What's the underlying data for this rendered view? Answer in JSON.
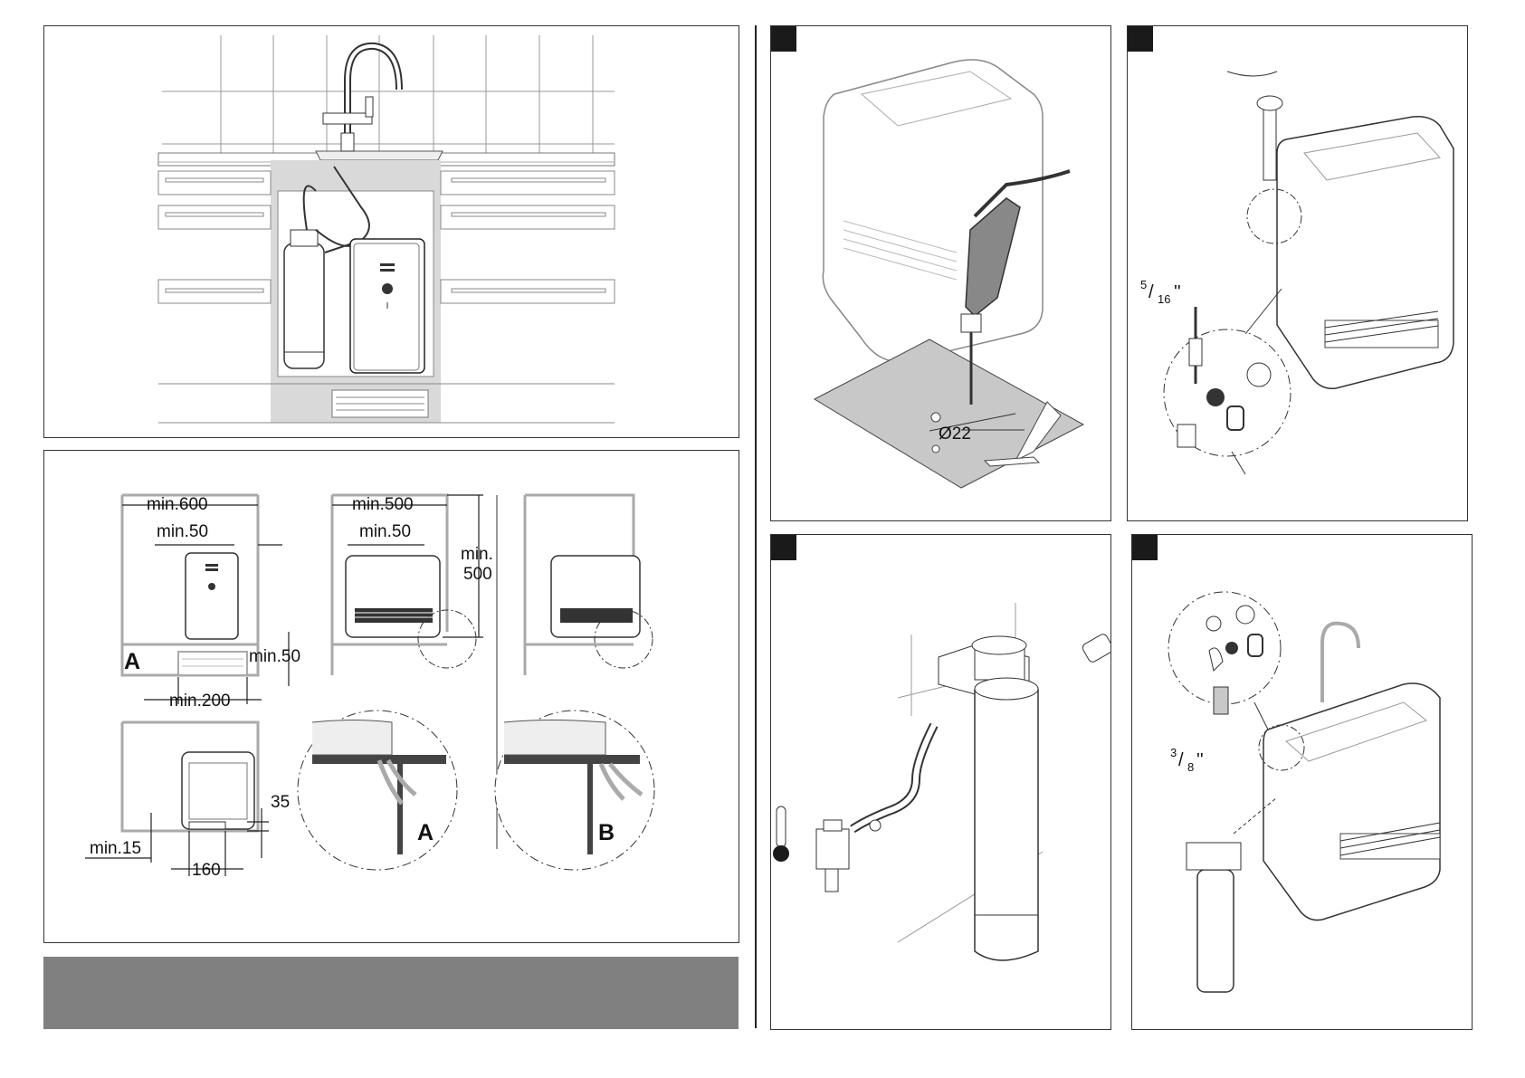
{
  "panels": {
    "overview": {},
    "clearances": {
      "dim_min600": "min.600",
      "dim_min50_a": "min.50",
      "dim_min500": "min.500",
      "dim_min50_b": "min.50",
      "dim_min500_vertical_line1": "min.",
      "dim_min500_vertical_line2": "500",
      "label_a": "A",
      "dim_min50_vent": "min.50",
      "dim_min200": "min.200",
      "dim_35": "35",
      "dim_min15": "min.15",
      "dim_160": "160",
      "detail_label_a": "A",
      "detail_label_b": "B"
    },
    "step1": {
      "drill_diameter": "Ø22"
    },
    "step2": {
      "fitting_num": "5",
      "fitting_den": "16",
      "fitting_unit": "''"
    },
    "step3": {},
    "step4": {
      "fitting_num": "3",
      "fitting_den": "8",
      "fitting_unit": "''"
    }
  },
  "colors": {
    "step_marker": "#1a1a1a",
    "footer_bar": "#808080",
    "cabinet_shade": "#d9d9d9"
  }
}
